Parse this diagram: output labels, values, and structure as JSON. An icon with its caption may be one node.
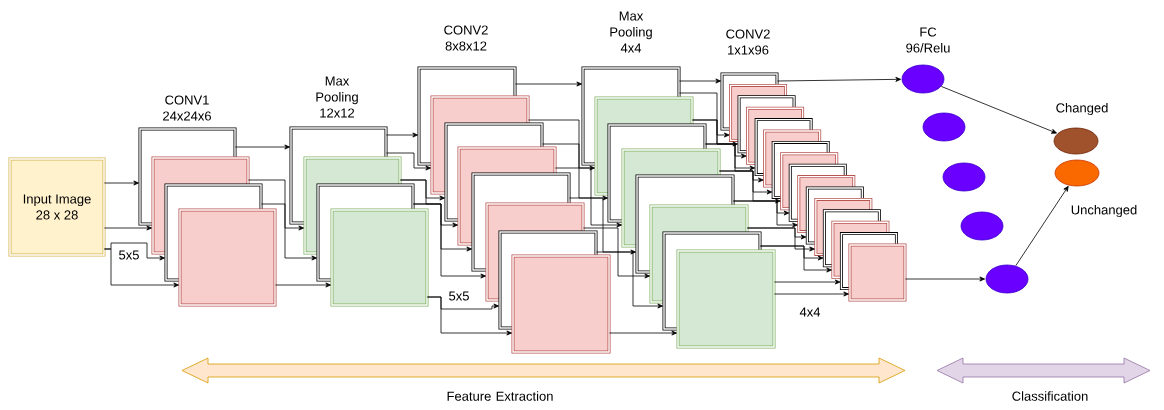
{
  "diagram": {
    "nodes": [
      {
        "text": [
          "Input Image 28 x 28"
        ]
      },
      {
        "text": [],
        "shape": "box"
      },
      {
        "text": [],
        "shape": "box"
      },
      {
        "text": [],
        "shape": "box"
      },
      {
        "text": [],
        "shape": "box"
      },
      {
        "text": [],
        "shape": "box"
      },
      {
        "text": [],
        "shape": "box"
      },
      {
        "text": [],
        "shape": "box"
      },
      {
        "text": [],
        "shape": "box"
      },
      {
        "text": [],
        "shape": "box"
      },
      {
        "text": [],
        "shape": "box"
      },
      {
        "text": [],
        "shape": "box"
      },
      {
        "text": [],
        "shape": "box"
      },
      {
        "text": [],
        "shape": "box"
      },
      {
        "text": [],
        "shape": "box"
      },
      {
        "text": [],
        "shape": "box"
      },
      {
        "text": [],
        "shape": "box"
      },
      {
        "text": [],
        "shape": "box"
      },
      {
        "text": [],
        "shape": "box"
      },
      {
        "text": [],
        "shape": "box"
      },
      {
        "text": [],
        "shape": "box"
      },
      {
        "text": [],
        "shape": "box"
      },
      {
        "text": [],
        "shape": "box"
      },
      {
        "text": [],
        "shape": "box"
      },
      {
        "text": [],
        "shape": "box"
      },
      {
        "text": [],
        "shape": "box"
      },
      {
        "text": [],
        "shape": "box"
      },
      {
        "text": [],
        "shape": "box"
      },
      {
        "text": [],
        "shape": "box"
      },
      {
        "text": [],
        "shape": "box"
      },
      {
        "text": [],
        "shape": "box"
      },
      {
        "text": [],
        "shape": "box"
      },
      {
        "text": [],
        "shape": "box"
      },
      {
        "text": [],
        "shape": "box"
      },
      {
        "text": [],
        "shape": "box"
      },
      {
        "text": [],
        "shape": "box"
      },
      {
        "text": [],
        "shape": "box"
      },
      {
        "text": [],
        "shape": "box"
      },
      {
        "text": [],
        "shape": "box"
      },
      {
        "text": [],
        "shape": "box"
      },
      {
        "text": [],
        "shape": "box"
      },
      {
        "text": [],
        "shape": "ellipse"
      },
      {
        "text": [],
        "shape": "ellipse"
      },
      {
        "text": [],
        "shape": "ellipse"
      },
      {
        "text": [],
        "shape": "ellipse"
      },
      {
        "text": [],
        "shape": "ellipse"
      },
      {
        "text": [],
        "shape": "ellipse",
        "beside": [
          "Changed"
        ]
      },
      {
        "text": [],
        "shape": "ellipse",
        "beside": [
          "Unchanged"
        ]
      }
    ],
    "edges": [
      {
        "from": 0,
        "to": 1,
        "arrow": "to"
      },
      {
        "from": 0,
        "to": 2,
        "arrow": "to"
      },
      {
        "from": 0,
        "to": 3,
        "arrow": "to"
      },
      {
        "from": 0,
        "to": 4,
        "arrow": "to"
      },
      {
        "from": 1,
        "to": 5,
        "arrow": "to"
      },
      {
        "from": 2,
        "to": 6,
        "arrow": "to"
      },
      {
        "from": 3,
        "to": 7,
        "arrow": "to"
      },
      {
        "from": 4,
        "to": 8,
        "arrow": "to"
      },
      {
        "from": 5,
        "to": 9,
        "arrow": "to"
      },
      {
        "from": 5,
        "to": 10,
        "arrow": "to"
      },
      {
        "from": 6,
        "to": 11,
        "arrow": "to"
      },
      {
        "from": 6,
        "to": 12,
        "arrow": "to"
      },
      {
        "from": 7,
        "to": 13,
        "arrow": "to"
      },
      {
        "from": 7,
        "to": 14,
        "arrow": "to"
      },
      {
        "from": 8,
        "to": 15,
        "arrow": "to"
      },
      {
        "from": 8,
        "to": 16,
        "arrow": "to"
      },
      {
        "from": 9,
        "to": 17,
        "arrow": "to"
      },
      {
        "from": 10,
        "to": 18,
        "arrow": "to"
      },
      {
        "from": 11,
        "to": 19,
        "arrow": "to"
      },
      {
        "from": 12,
        "to": 20,
        "arrow": "to"
      },
      {
        "from": 13,
        "to": 21,
        "arrow": "to"
      },
      {
        "from": 14,
        "to": 22,
        "arrow": "to"
      },
      {
        "from": 15,
        "to": 23,
        "arrow": "to"
      },
      {
        "from": 16,
        "to": 24,
        "arrow": "to"
      },
      {
        "from": 17,
        "to": 25,
        "arrow": "to"
      },
      {
        "from": 17,
        "to": 26,
        "arrow": "to"
      },
      {
        "from": 18,
        "to": 27,
        "arrow": "to"
      },
      {
        "from": 18,
        "to": 28,
        "arrow": "to"
      },
      {
        "from": 19,
        "to": 29,
        "arrow": "to"
      },
      {
        "from": 19,
        "to": 30,
        "arrow": "to"
      },
      {
        "from": 20,
        "to": 31,
        "arrow": "to"
      },
      {
        "from": 20,
        "to": 32,
        "arrow": "to"
      },
      {
        "from": 21,
        "to": 33,
        "arrow": "to"
      },
      {
        "from": 21,
        "to": 34,
        "arrow": "to"
      },
      {
        "from": 22,
        "to": 35,
        "arrow": "to"
      },
      {
        "from": 22,
        "to": 36,
        "arrow": "to"
      },
      {
        "from": 23,
        "to": 37,
        "arrow": "to"
      },
      {
        "from": 23,
        "to": 38,
        "arrow": "to"
      },
      {
        "from": 24,
        "to": 39,
        "arrow": "to"
      },
      {
        "from": 24,
        "to": 40,
        "arrow": "to"
      },
      {
        "from": 25,
        "to": 41,
        "arrow": "to"
      },
      {
        "from": 40,
        "to": 45,
        "arrow": "to"
      },
      {
        "from": 41,
        "to": 46,
        "arrow": "to"
      },
      {
        "from": 45,
        "to": 47,
        "arrow": "to"
      }
    ],
    "labels": [
      "CONV1 24x24x6",
      "5x5",
      "Max Pooling 12x12",
      "CONV2 8x8x12",
      "5x5",
      "Max Pooling 4x4",
      "CONV2 1x1x96",
      "4x4",
      "FC 96/Relu",
      "Feature Extraction",
      "Classification"
    ]
  }
}
